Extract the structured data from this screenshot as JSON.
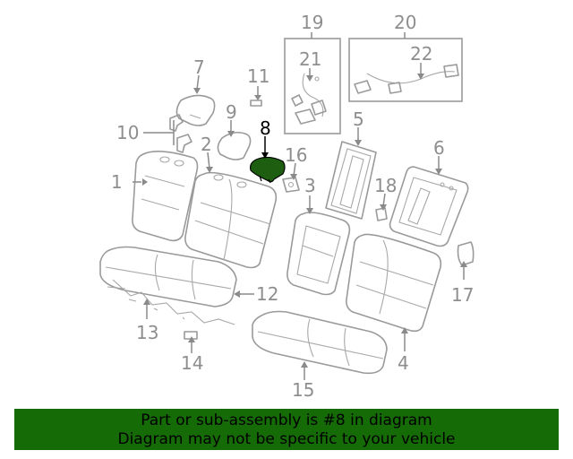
{
  "diagram": {
    "callouts": [
      "1",
      "2",
      "3",
      "4",
      "5",
      "6",
      "7",
      "8",
      "9",
      "10",
      "11",
      "12",
      "13",
      "14",
      "15",
      "16",
      "17",
      "18",
      "19",
      "20",
      "21",
      "22"
    ],
    "highlighted_callout": "8",
    "highlight_color": "#1e5e10",
    "part_line_color": "#9a9a9a"
  },
  "banner": {
    "line1": "Part or sub-assembly is #8 in diagram",
    "line2": "Diagram may not be specific to your vehicle",
    "background": "#156b06"
  }
}
